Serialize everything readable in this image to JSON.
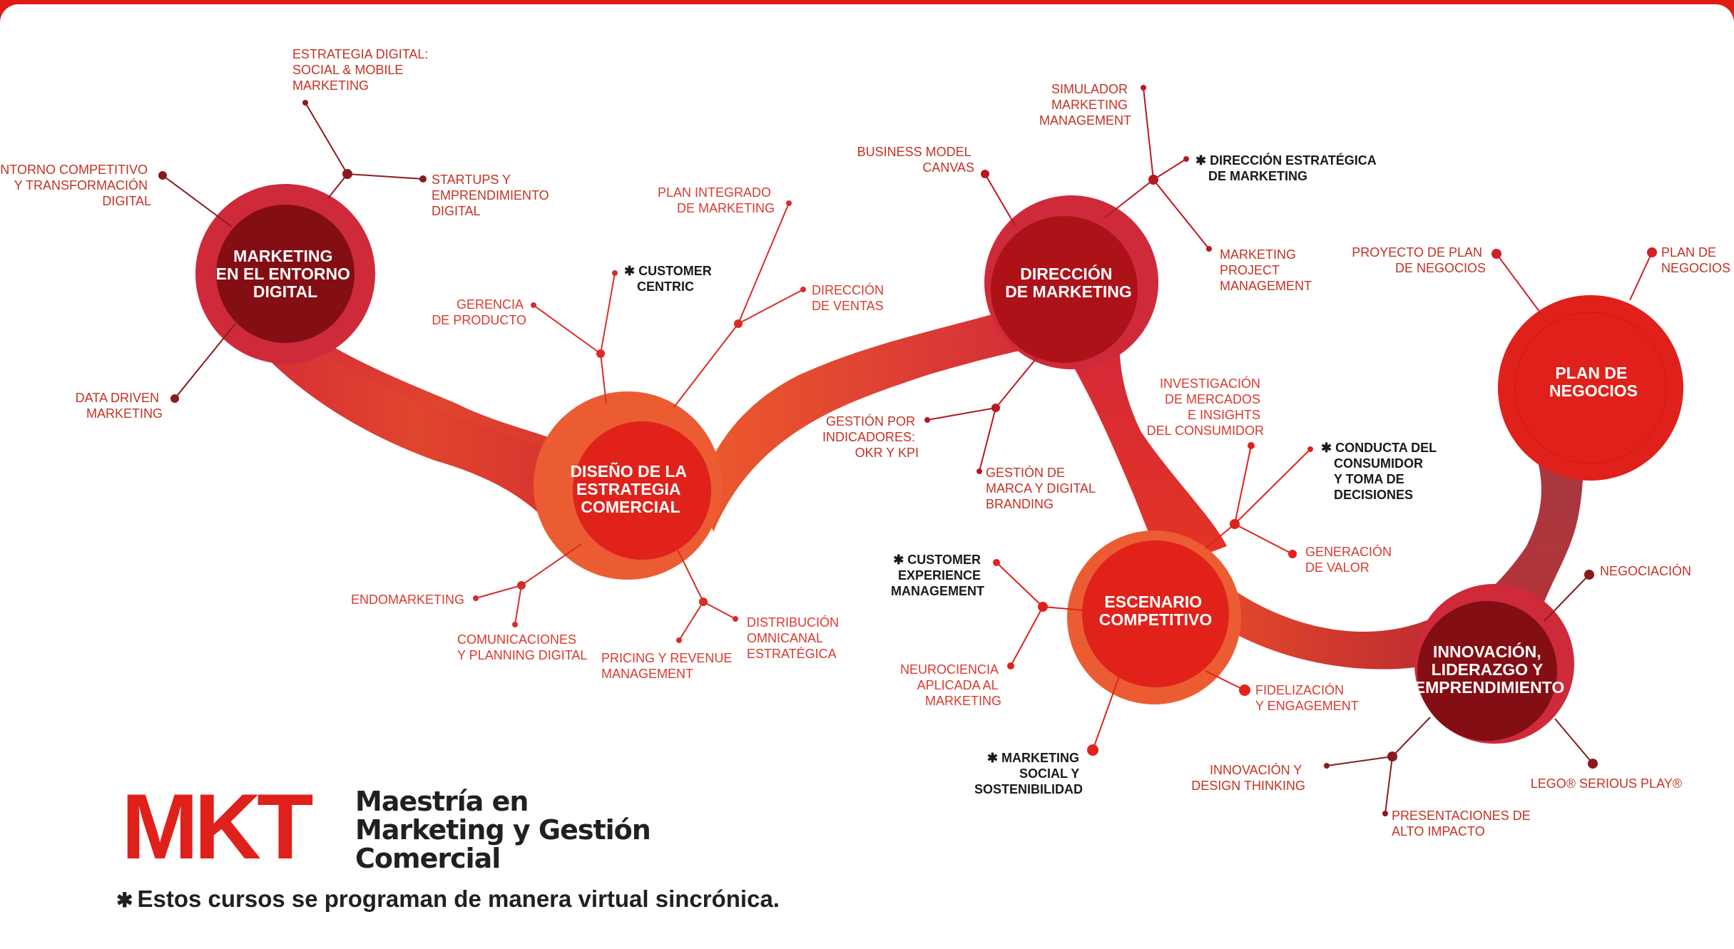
{
  "hubs": [
    {
      "lines": [
        "MARKETING",
        "EN EL ENTORNO",
        "DIGITAL"
      ]
    },
    {
      "lines": [
        "DISEÑO DE LA",
        "ESTRATEGIA",
        "COMERCIAL"
      ]
    },
    {
      "lines": [
        "DIRECCIÓN",
        "DE MARKETING"
      ]
    },
    {
      "lines": [
        "ESCENARIO",
        "COMPETITIVO"
      ]
    },
    {
      "lines": [
        "PLAN DE",
        "NEGOCIOS"
      ]
    },
    {
      "lines": [
        "INNOVACIÓN,",
        "LIDERAZGO Y",
        "EMPRENDIMIENTO"
      ]
    }
  ],
  "courses": {
    "estrategia_digital": [
      "ESTRATEGIA DIGITAL:",
      "SOCIAL & MOBILE",
      "MARKETING"
    ],
    "entorno_competitivo": [
      "ENTORNO COMPETITIVO",
      "Y TRANSFORMACIÓN",
      "DIGITAL"
    ],
    "startups": [
      "STARTUPS Y",
      "EMPRENDIMIENTO",
      "DIGITAL"
    ],
    "data_driven": [
      "DATA DRIVEN",
      "MARKETING"
    ],
    "plan_integrado": [
      "PLAN INTEGRADO",
      "DE MARKETING"
    ],
    "customer_centric": [
      "✱ CUSTOMER",
      "CENTRIC"
    ],
    "gerencia_producto": [
      "GERENCIA",
      "DE PRODUCTO"
    ],
    "direccion_ventas": [
      "DIRECCIÓN",
      "DE VENTAS"
    ],
    "endomarketing": [
      "ENDOMARKETING"
    ],
    "comunicaciones": [
      "COMUNICACIONES",
      "Y PLANNING DIGITAL"
    ],
    "pricing": [
      "PRICING Y REVENUE",
      "MANAGEMENT"
    ],
    "distribucion": [
      "DISTRIBUCIÓN",
      "OMNICANAL",
      "ESTRATÉGICA"
    ],
    "simulador": [
      "SIMULADOR",
      "MARKETING",
      "MANAGEMENT"
    ],
    "business_model": [
      "BUSINESS MODEL",
      "CANVAS"
    ],
    "direccion_estrategica": [
      "✱ DIRECCIÓN ESTRATÉGICA",
      "DE MARKETING"
    ],
    "project_management": [
      "MARKETING",
      "PROJECT",
      "MANAGEMENT"
    ],
    "gestion_indicadores": [
      "GESTIÓN POR",
      "INDICADORES:",
      "OKR Y KPI"
    ],
    "gestion_marca": [
      "GESTIÓN DE",
      "MARCA Y DIGITAL",
      "BRANDING"
    ],
    "investigacion": [
      "INVESTIGACIÓN",
      "DE MERCADOS",
      "E INSIGHTS",
      "DEL CONSUMIDOR"
    ],
    "conducta": [
      "✱ CONDUCTA DEL",
      "CONSUMIDOR",
      "Y TOMA DE",
      "DECISIONES"
    ],
    "generacion_valor": [
      "GENERACIÓN",
      "DE VALOR"
    ],
    "customer_experience": [
      "✱ CUSTOMER",
      "EXPERIENCE",
      "MANAGEMENT"
    ],
    "neurociencia": [
      "NEUROCIENCIA",
      "APLICADA AL",
      "MARKETING"
    ],
    "fidelizacion": [
      "FIDELIZACIÓN",
      "Y ENGAGEMENT"
    ],
    "marketing_social": [
      "✱ MARKETING",
      "SOCIAL Y",
      "SOSTENIBILIDAD"
    ],
    "proyecto_plan": [
      "PROYECTO DE PLAN",
      "DE NEGOCIOS"
    ],
    "plan_negocios": [
      "PLAN DE",
      "NEGOCIOS"
    ],
    "negociacion": [
      "NEGOCIACIÓN"
    ],
    "innovacion_design": [
      "INNOVACIÓN Y",
      "DESIGN THINKING"
    ],
    "presentaciones": [
      "PRESENTACIONES DE",
      "ALTO IMPACTO"
    ],
    "lego": [
      "LEGO® SERIOUS PLAY®"
    ]
  },
  "brand": {
    "logo": "MKT",
    "program_lines": [
      "Maestría en",
      "Marketing y Gestión",
      "Comercial"
    ]
  },
  "footnote": "Estos cursos se programan de manera virtual sincrónica.",
  "colors": {
    "frame": "#e01b14",
    "brand_red": "#e0201a",
    "dark_red": "#830e14",
    "orange": "#ec5c32",
    "text_dark": "#231f20"
  }
}
